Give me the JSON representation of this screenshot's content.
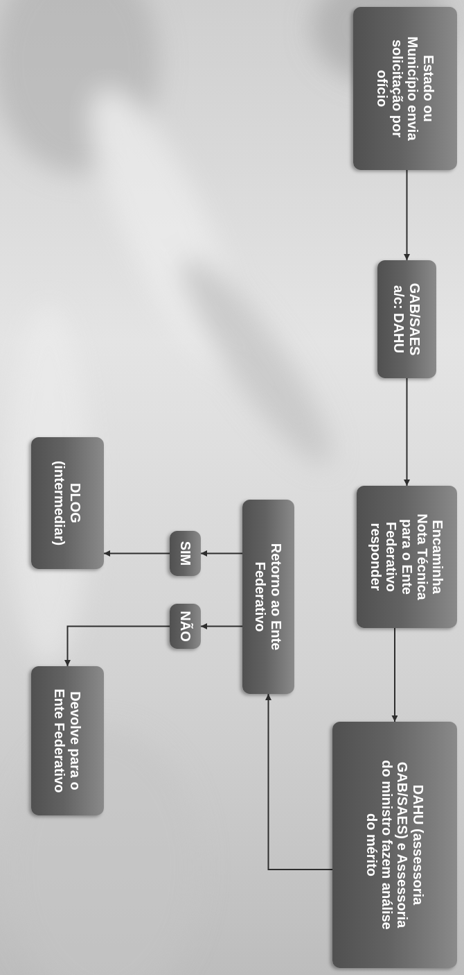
{
  "diagram": {
    "nodes": [
      {
        "text": [
          "Estado ou Município envia solicitação por ofício"
        ]
      },
      {
        "text": [
          "GAB/SAES a/c: DAHU"
        ]
      },
      {
        "text": [
          "Encaminha Nota Técnica para o Ente Federativo responder"
        ]
      },
      {
        "text": [
          "DAHU (assessoria GAB/SAES) e Assessoria do ministro fazem análise do mérito"
        ]
      },
      {
        "text": [
          "Retorno ao Ente Federativo"
        ]
      },
      {
        "text": [
          "SIM"
        ]
      },
      {
        "text": [
          "NÃO"
        ]
      },
      {
        "text": [
          "DLOG (intermediar)"
        ]
      },
      {
        "text": [
          "Devolve para o Ente Federativo"
        ]
      }
    ],
    "edges": [
      {
        "from": 0,
        "to": 1,
        "arrow": "to"
      },
      {
        "from": 1,
        "to": 2,
        "arrow": "to"
      },
      {
        "from": 2,
        "to": 3,
        "arrow": "to"
      },
      {
        "from": 3,
        "to": 4,
        "arrow": "to"
      },
      {
        "from": 4,
        "to": 5,
        "arrow": "to"
      },
      {
        "from": 4,
        "to": 6,
        "arrow": "to"
      },
      {
        "from": 5,
        "to": 7,
        "arrow": "to"
      },
      {
        "from": 6,
        "to": 8,
        "arrow": "to"
      }
    ]
  }
}
